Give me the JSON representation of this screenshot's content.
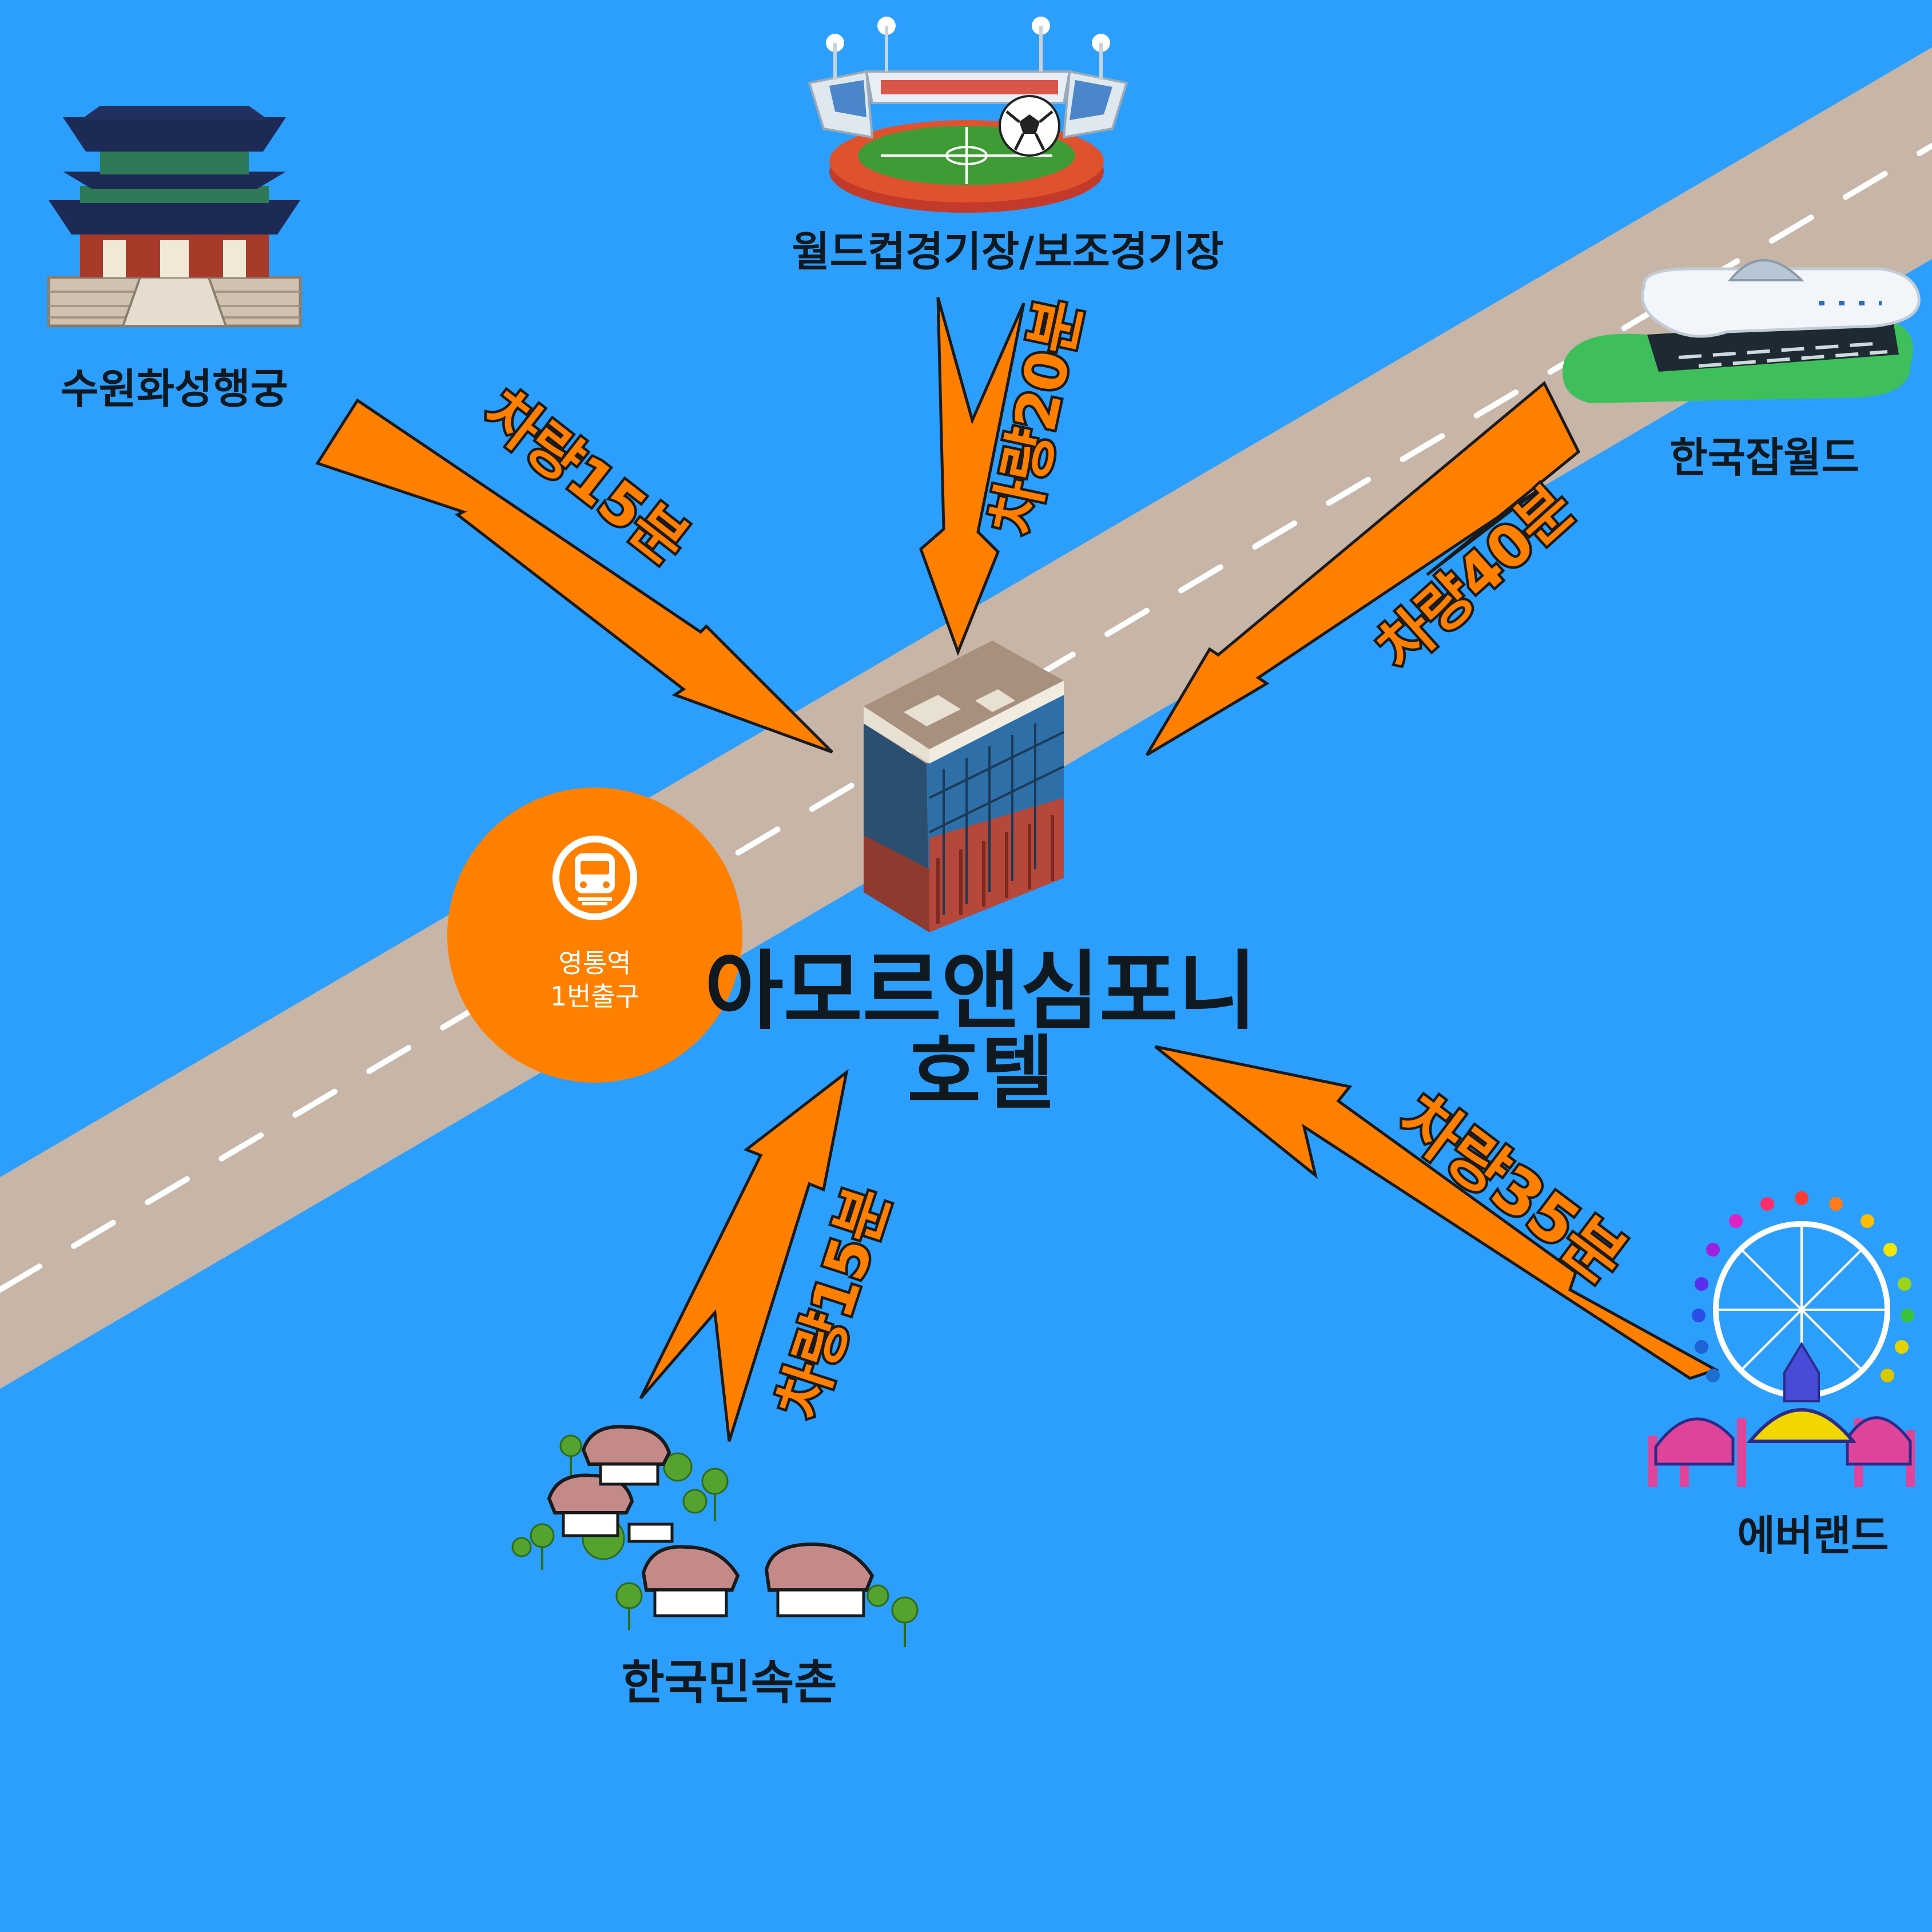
{
  "hotel": {
    "name_line1": "아모르앤심포니",
    "name_line2": "호텔"
  },
  "station": {
    "line1": "영통역",
    "line2": "1번출구",
    "icon": "train-icon",
    "color": "#ff8000"
  },
  "colors": {
    "background": "#2b9ffb",
    "road": "#c7b5a8",
    "arrow": "#ff7f00",
    "arrow_outline": "#1a1a1a"
  },
  "landmarks": [
    {
      "id": "hwaseong",
      "name": "수원화성행궁",
      "travel_time": "차량15분",
      "icon": "palace-icon"
    },
    {
      "id": "worldcup",
      "name": "월드컵경기장/보조경기장",
      "travel_time": "차량20분",
      "icon": "stadium-icon"
    },
    {
      "id": "jobworld",
      "name": "한국잡월드",
      "travel_time": "차량40분",
      "icon": "dome-building-icon"
    },
    {
      "id": "everland",
      "name": "에버랜드",
      "travel_time": "차량35분",
      "icon": "ferris-wheel-icon"
    },
    {
      "id": "folkvillage",
      "name": "한국민속촌",
      "travel_time": "차량15분",
      "icon": "folk-village-icon"
    }
  ]
}
